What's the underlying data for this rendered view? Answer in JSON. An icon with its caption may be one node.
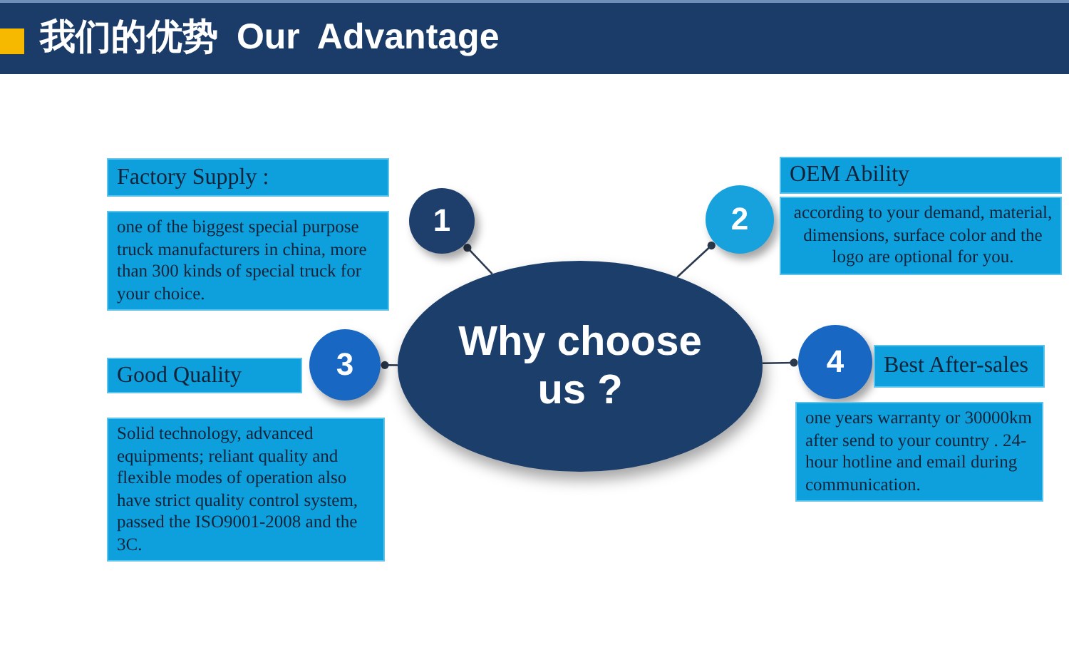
{
  "diagram": {
    "title": "我们的优势 Our Advantage",
    "nodes": [
      {
        "text": [
          "Factory Supply :"
        ]
      },
      {
        "text": [
          "one of the biggest special purpose truck manufacturers in china, more than 300 kinds of special truck for your choice."
        ]
      },
      {
        "text": [
          "1"
        ]
      },
      {
        "text": [
          "2"
        ]
      },
      {
        "text": [
          "OEM Ability"
        ]
      },
      {
        "text": [
          "according to your demand, material, dimensions, surface color and the logo are optional for you."
        ]
      },
      {
        "text": [
          "Why choose us ?"
        ]
      },
      {
        "text": [
          "Good Quality"
        ]
      },
      {
        "text": [
          "3"
        ]
      },
      {
        "text": [
          "4"
        ]
      },
      {
        "text": [
          "Best After-sales"
        ]
      },
      {
        "text": [
          "Solid technology, advanced equipments; reliant quality and flexible modes of operation also have strict quality control system, passed the ISO9001-2008 and the 3C."
        ]
      },
      {
        "text": [
          "one years warranty or 30000km after send to your country . 24-hour hotline and email during communication."
        ]
      }
    ],
    "edges": [
      {
        "from": 6,
        "to": 2,
        "arrow": "other"
      },
      {
        "from": 6,
        "to": 3,
        "arrow": "other"
      },
      {
        "from": 6,
        "to": 8,
        "arrow": "other"
      },
      {
        "from": 6,
        "to": 9,
        "arrow": "other"
      }
    ]
  }
}
